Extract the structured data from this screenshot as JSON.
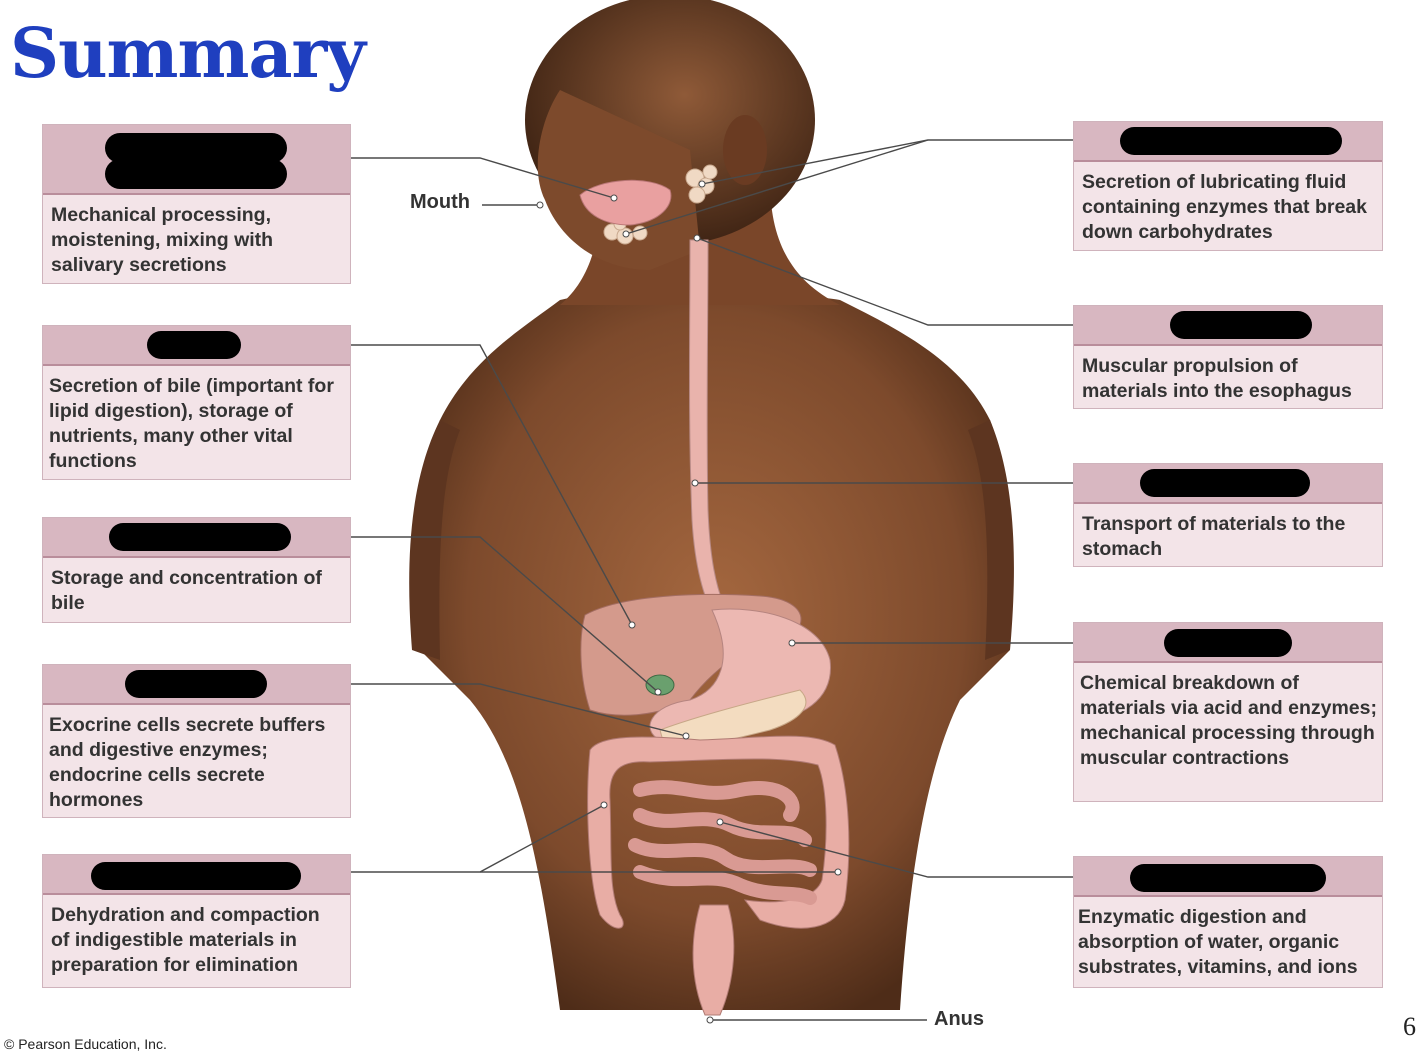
{
  "title": "Summary",
  "labels": {
    "mouth": "Mouth",
    "anus": "Anus"
  },
  "left_boxes": [
    {
      "id": "oral-cavity",
      "desc": "Mechanical processing, moistening, mixing with salivary secretions"
    },
    {
      "id": "liver",
      "desc": "Secretion of bile (important for lipid digestion), storage of nutrients, many other vital functions"
    },
    {
      "id": "gallbladder",
      "desc": "Storage and concentration of bile"
    },
    {
      "id": "pancreas",
      "desc": "Exocrine cells secrete buffers and digestive enzymes; endocrine cells secrete hormones"
    },
    {
      "id": "large-intestine",
      "desc": "Dehydration and compaction of indigestible materials in preparation for elimination"
    }
  ],
  "right_boxes": [
    {
      "id": "salivary-glands",
      "desc": "Secretion of lubricating fluid containing enzymes that break down carbohydrates"
    },
    {
      "id": "pharynx",
      "desc": "Muscular propulsion of materials into the esophagus"
    },
    {
      "id": "esophagus",
      "desc": "Transport of materials to the stomach"
    },
    {
      "id": "stomach",
      "desc": "Chemical breakdown of materials via acid and enzymes; mechanical processing through muscular contractions"
    },
    {
      "id": "small-intestine",
      "desc": "Enzymatic digestion and absorption of water, organic substrates, vitamins, and ions"
    }
  ],
  "copyright": "© Pearson Education, Inc.",
  "page_number": "6",
  "colors": {
    "title": "#1f3fbf",
    "box_fill": "#f3e4e8",
    "box_header": "#d8b7c1",
    "skin": "#8a5535",
    "organ": "#e9b3ac"
  }
}
